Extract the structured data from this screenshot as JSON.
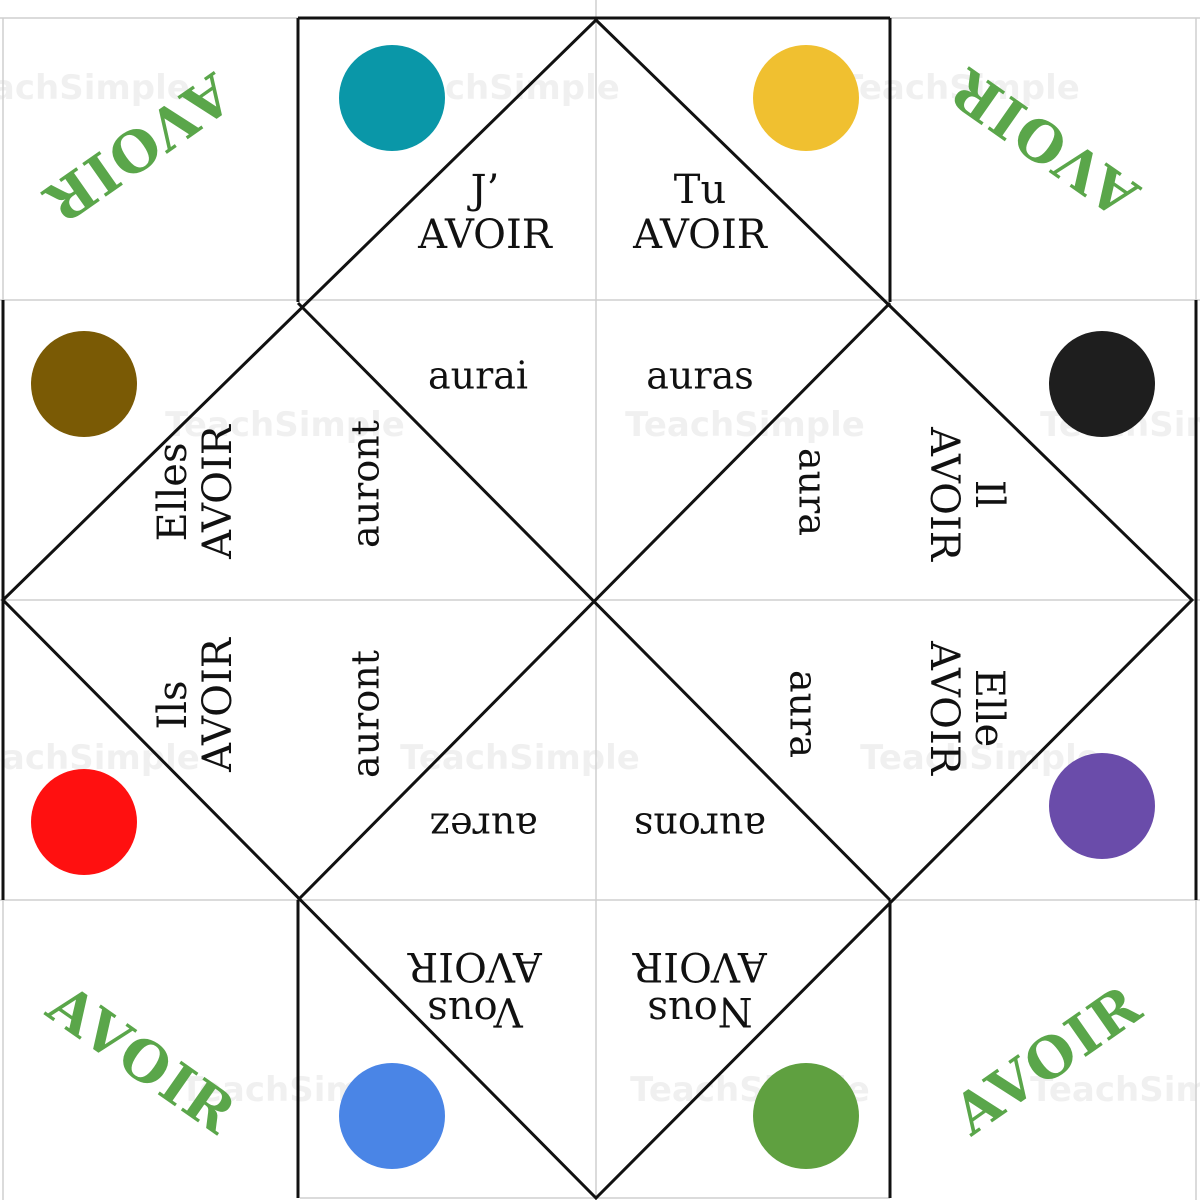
{
  "corners": {
    "top_left": "AVOIR",
    "top_right": "AVOIR",
    "bottom_left": "AVOIR",
    "bottom_right": "AVOIR"
  },
  "colors": {
    "line": "#111111",
    "corner_text": "#5aa64a",
    "teal_dot": "#0a97a8",
    "yellow_dot": "#f0c030",
    "brown_dot": "#7a5a05",
    "black_dot": "#1e1e1e",
    "red_dot": "#ff1010",
    "purple_dot": "#6a4caa",
    "blue_dot": "#4a85e6",
    "green_dot": "#5fa040"
  },
  "dots": [
    "teal-dot",
    "yellow-dot",
    "brown-dot",
    "black-dot",
    "red-dot",
    "purple-dot",
    "blue-dot",
    "green-dot"
  ],
  "pronouns": {
    "je": {
      "pronoun": "J’",
      "verb": "AVOIR"
    },
    "tu": {
      "pronoun": "Tu",
      "verb": "AVOIR"
    },
    "il": {
      "pronoun": "Il",
      "verb": "AVOIR"
    },
    "elle": {
      "pronoun": "Elle",
      "verb": "AVOIR"
    },
    "nous": {
      "pronoun": "Nous",
      "verb": "AVOIR"
    },
    "vous": {
      "pronoun": "Vous",
      "verb": "AVOIR"
    },
    "ils": {
      "pronoun": "Ils",
      "verb": "AVOIR"
    },
    "elles": {
      "pronoun": "Elles",
      "verb": "AVOIR"
    }
  },
  "conjugations": {
    "je": "aurai",
    "tu": "auras",
    "il": "aura",
    "elle": "aura",
    "nous": "aurons",
    "vous": "aurez",
    "ils": "auront",
    "elles": "auront"
  },
  "watermark": "TeachSimple"
}
